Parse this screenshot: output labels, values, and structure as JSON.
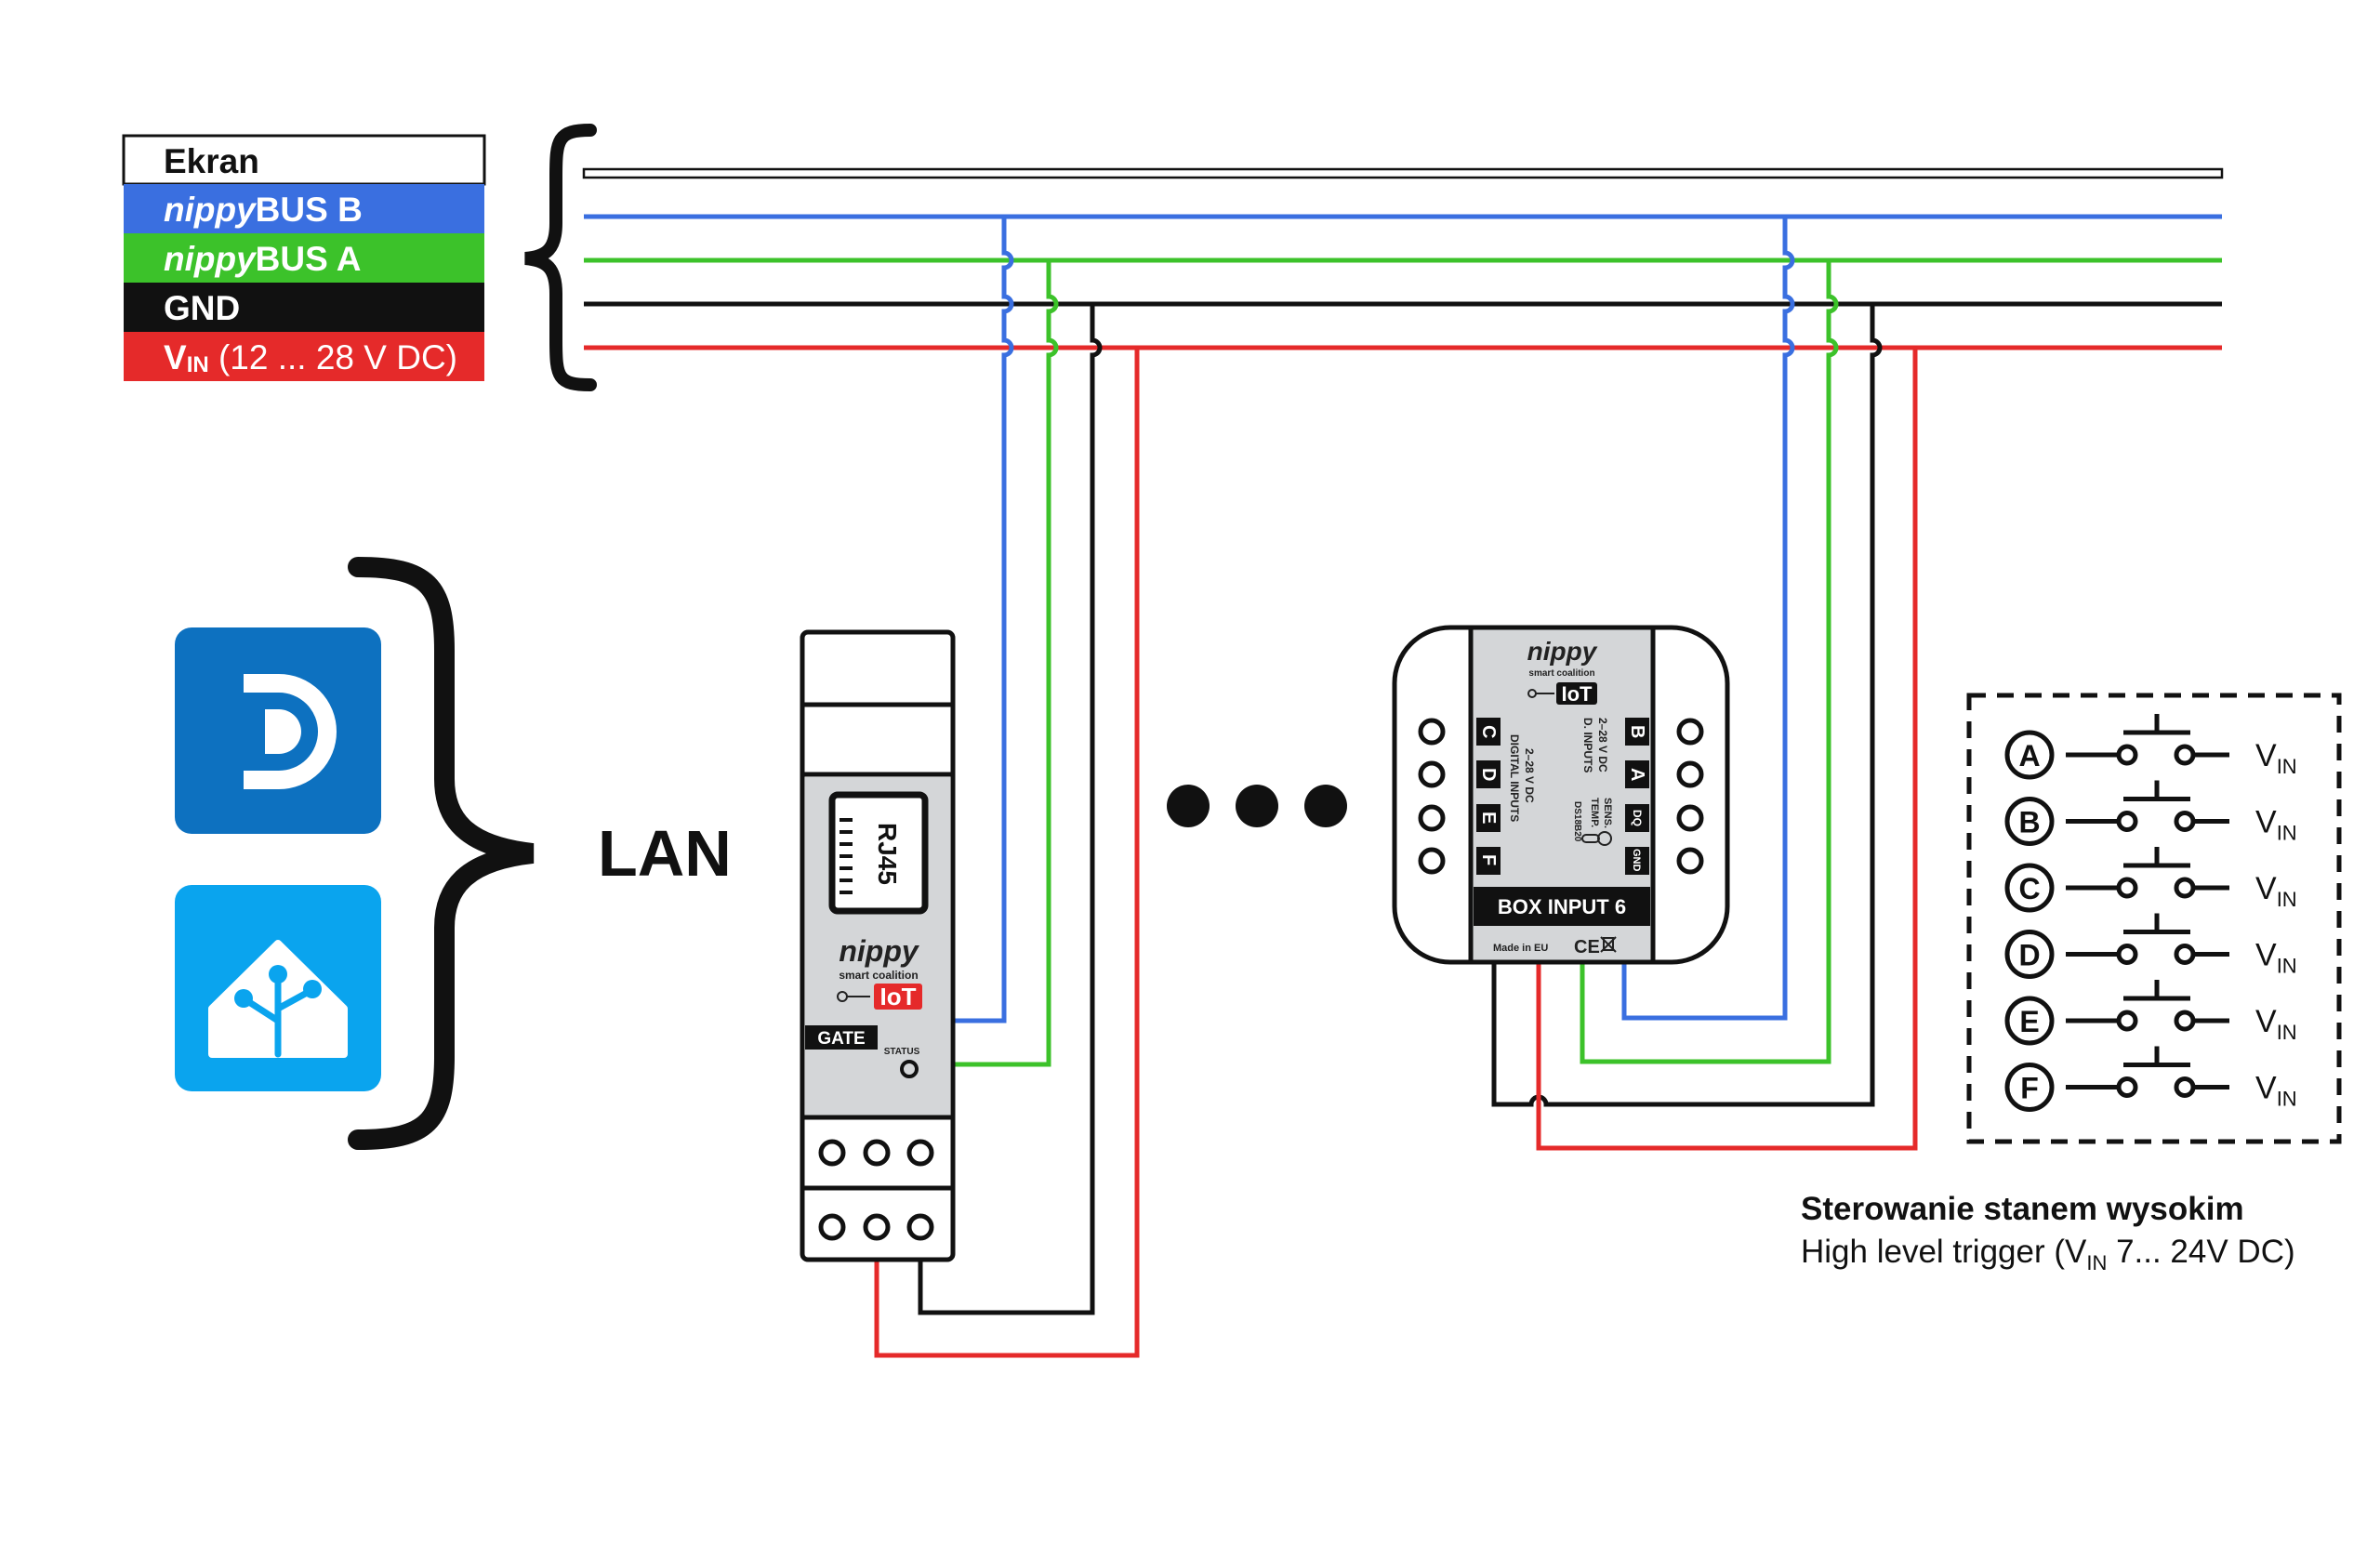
{
  "legend": {
    "shield": "Ekran",
    "bus_b": {
      "italic": "nippy",
      "rest": "BUS B"
    },
    "bus_a": {
      "italic": "nippy",
      "rest": "BUS A"
    },
    "gnd": "GND",
    "vin": {
      "main": "V",
      "sub": "IN",
      "rest": " (12 ... 28 V DC)"
    }
  },
  "lan_label": "LAN",
  "gate": {
    "connector": "RJ45",
    "brand": "nippy",
    "tagline": "smart coalition",
    "iot": "IoT",
    "name": "GATE",
    "status": "STATUS"
  },
  "box": {
    "brand": "nippy",
    "tagline": "smart coalition",
    "iot": "IoT",
    "left_letters": [
      "C",
      "D",
      "E",
      "F"
    ],
    "inputs_label_1": "DIGITAL INPUTS",
    "inputs_label_2": "2–28 V DC",
    "d_inputs_label_1": "D. INPUTS",
    "d_inputs_label_2": "2–28 V DC",
    "temp_label_1": "TEMP.",
    "temp_label_2": "SENS.",
    "sensor_model": "DS18B20",
    "right_letters": [
      "B",
      "A"
    ],
    "dq": "DQ",
    "gnd": "GND",
    "name": "BOX INPUT 6",
    "made_in": "Made in EU",
    "ce": "CE"
  },
  "inputs": {
    "letters": [
      "A",
      "B",
      "C",
      "D",
      "E",
      "F"
    ],
    "vin_main": "V",
    "vin_sub": "IN"
  },
  "caption": {
    "line1": "Sterowanie stanem wysokim",
    "line2_pre": "High level trigger (V",
    "line2_sub": "IN",
    "line2_post": " 7... 24V DC)"
  },
  "colors": {
    "bus_b": "#3a6fe0",
    "bus_a": "#3cc22a",
    "gnd": "#111111",
    "vin": "#e52a2a",
    "device_body": "#d4d6d8",
    "iot_red": "#e52a2a",
    "domoticz": "#0d71c0",
    "home_assistant": "#0aa4ee"
  },
  "icons": [
    "domoticz-logo-icon",
    "home-assistant-logo-icon",
    "curly-brace-icon",
    "pushbutton-switch-icon"
  ]
}
